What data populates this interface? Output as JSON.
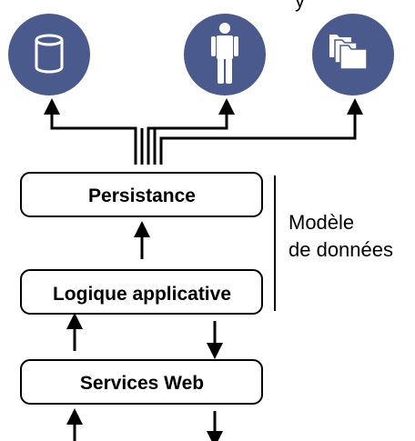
{
  "top_caption": "y",
  "icons": [
    {
      "name": "database-icon"
    },
    {
      "name": "user-icon"
    },
    {
      "name": "folders-icon"
    }
  ],
  "boxes": {
    "persistance": "Persistance",
    "logique": "Logique applicative",
    "services": "Services Web"
  },
  "side_label": {
    "line1": "Modèle",
    "line2": "de données"
  },
  "colors": {
    "icon_circle": "#4a5a8c",
    "icon_glyph": "#ffffff",
    "stroke": "#000000"
  }
}
